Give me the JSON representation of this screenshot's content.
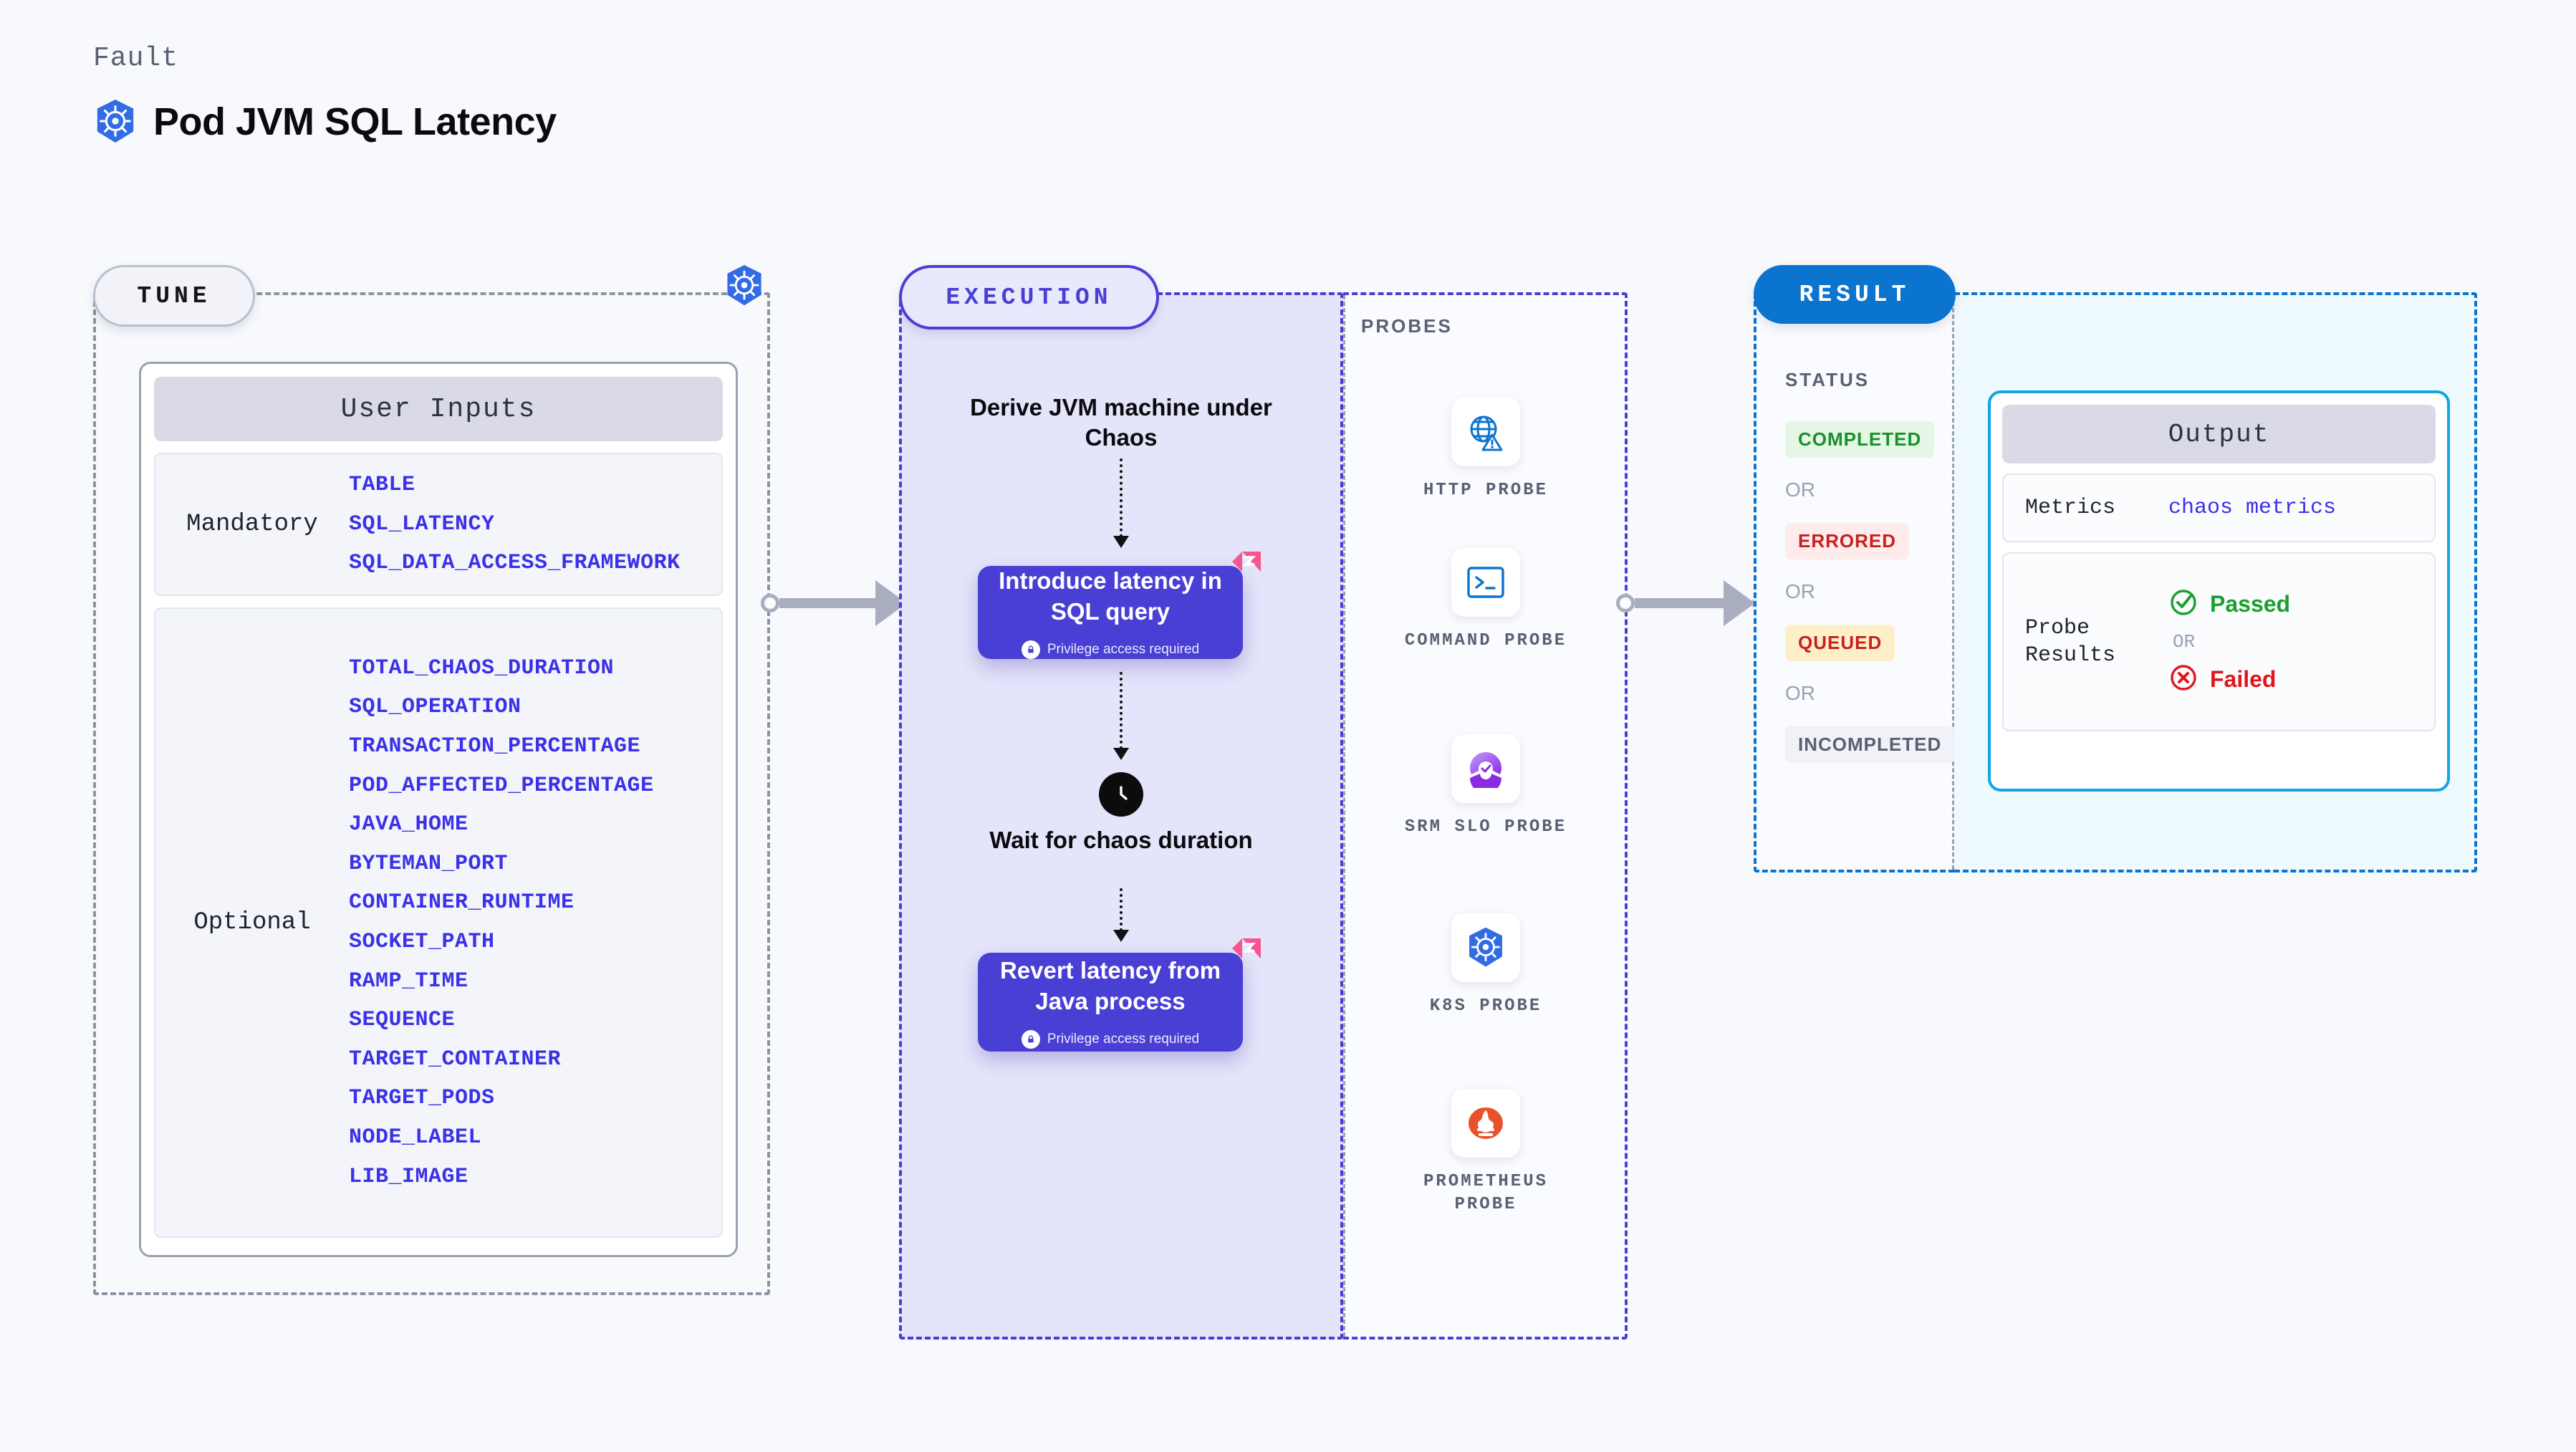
{
  "header": {
    "kicker": "Fault",
    "title": "Pod JVM SQL Latency",
    "logo_icon": "kubernetes-icon"
  },
  "tune": {
    "pill_label": "TUNE",
    "k8s_icon": "kubernetes-icon",
    "card_title": "User Inputs",
    "groups": [
      {
        "label": "Mandatory",
        "params": [
          "TABLE",
          "SQL_LATENCY",
          "SQL_DATA_ACCESS_FRAMEWORK"
        ]
      },
      {
        "label": "Optional",
        "params": [
          "TOTAL_CHAOS_DURATION",
          "SQL_OPERATION",
          "TRANSACTION_PERCENTAGE",
          "POD_AFFECTED_PERCENTAGE",
          "JAVA_HOME",
          "BYTEMAN_PORT",
          "CONTAINER_RUNTIME",
          "SOCKET_PATH",
          "RAMP_TIME",
          "SEQUENCE",
          "TARGET_CONTAINER",
          "TARGET_PODS",
          "NODE_LABEL",
          "LIB_IMAGE"
        ]
      }
    ]
  },
  "execution": {
    "pill_label": "EXECUTION",
    "step_derive": "Derive JVM machine under Chaos",
    "card_introduce": {
      "title": "Introduce latency in SQL query",
      "note": "Privilege access required",
      "lock_icon": "lock-icon",
      "badge_icon": "litmus-badge-icon"
    },
    "step_wait": "Wait for chaos duration",
    "clock_icon": "clock-icon",
    "card_revert": {
      "title": "Revert latency from Java process",
      "note": "Privilege access required",
      "lock_icon": "lock-icon",
      "badge_icon": "litmus-badge-icon"
    }
  },
  "probes": {
    "title": "PROBES",
    "items": [
      {
        "label": "HTTP PROBE",
        "icon": "globe-warning-icon"
      },
      {
        "label": "COMMAND PROBE",
        "icon": "terminal-icon"
      },
      {
        "label": "SRM SLO PROBE",
        "icon": "srm-slo-icon"
      },
      {
        "label": "K8S PROBE",
        "icon": "kubernetes-icon"
      },
      {
        "label": "PROMETHEUS PROBE",
        "icon": "prometheus-icon"
      }
    ]
  },
  "result": {
    "pill_label": "RESULT",
    "status_title": "STATUS",
    "or_label": "OR",
    "statuses": [
      {
        "label": "COMPLETED",
        "color": "#1a8f2a",
        "bg": "#e3f7e4"
      },
      {
        "label": "ERRORED",
        "color": "#c81f1f",
        "bg": "#fdeceb"
      },
      {
        "label": "QUEUED",
        "color": "#c81f1f",
        "bg": "#fdf0c9"
      },
      {
        "label": "INCOMPLETED",
        "color": "#5a6072",
        "bg": "#f1f2f7"
      }
    ],
    "output": {
      "title": "Output",
      "metrics_label": "Metrics",
      "metrics_value": "chaos metrics",
      "probe_label": "Probe Results",
      "passed_label": "Passed",
      "passed_icon": "check-circle-icon",
      "passed_color": "#19a02c",
      "or_label": "OR",
      "failed_label": "Failed",
      "failed_icon": "x-circle-icon",
      "failed_color": "#e0161c"
    }
  },
  "colors": {
    "purple": "#4a3fd4",
    "purple_bg": "#e4e4fa",
    "blue": "#0b74cf",
    "cyan": "#12a5e0",
    "cyan_bg": "#eefafd",
    "pink": "#f7558f",
    "param_blue": "#3a31e8",
    "grey": "#8d93a5"
  }
}
